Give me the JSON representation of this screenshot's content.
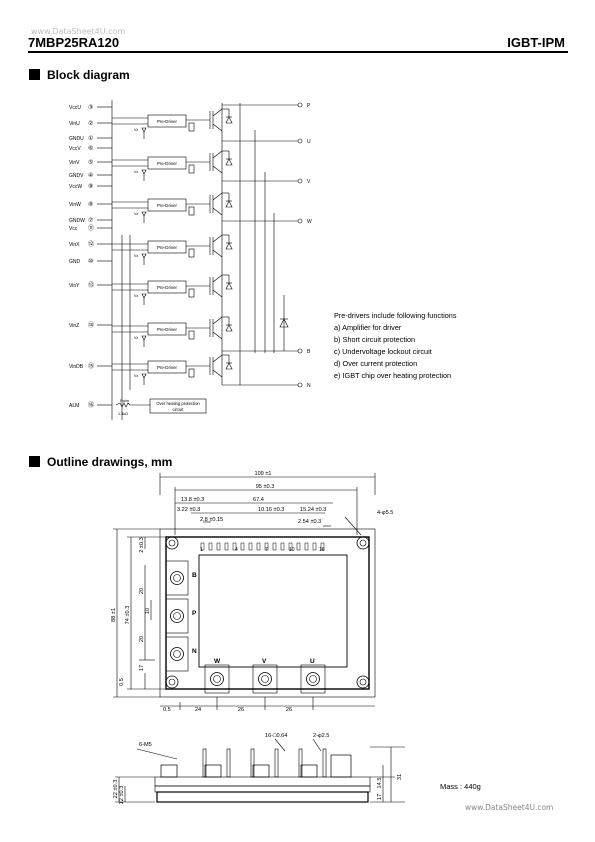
{
  "watermark_top": "www.DataSheet4U.com",
  "header": {
    "part_number": "7MBP25RA120",
    "type": "IGBT-IPM"
  },
  "block_diagram": {
    "title": "Block diagram",
    "pins": [
      {
        "name": "VccU",
        "num": "③"
      },
      {
        "name": "VinU",
        "num": "②"
      },
      {
        "name": "GNDU",
        "num": "①"
      },
      {
        "name": "VccV",
        "num": "⑥"
      },
      {
        "name": "VinV",
        "num": "⑤"
      },
      {
        "name": "GNDV",
        "num": "④"
      },
      {
        "name": "VccW",
        "num": "⑨"
      },
      {
        "name": "VinW",
        "num": "⑧"
      },
      {
        "name": "GNDW",
        "num": "⑦"
      },
      {
        "name": "Vcc",
        "num": "⑪"
      },
      {
        "name": "VinX",
        "num": "⑫"
      },
      {
        "name": "GND",
        "num": "⑩"
      },
      {
        "name": "VinY",
        "num": "⑬"
      },
      {
        "name": "VinZ",
        "num": "⑭"
      },
      {
        "name": "VinDB",
        "num": "⑮"
      },
      {
        "name": "ALM",
        "num": "⑯"
      }
    ],
    "outputs": [
      "P",
      "U",
      "V",
      "W",
      "B",
      "N"
    ],
    "pre_driver_label": "Pre-Driver",
    "vz_label": "Vz",
    "ralm_label": "Ralm",
    "ralm_value": "1.5kΩ",
    "ohp_label_1": "Over heating protection",
    "ohp_label_2": "circuit",
    "pre_driver_notes": {
      "title": "Pre-drivers include following functions",
      "items": [
        "a) Amplifier for driver",
        "b) Short circuit protection",
        "c) Undervoltage lockout circuit",
        "d) Over current protection",
        "e) IGBT chip over heating protection"
      ]
    }
  },
  "outline": {
    "title": "Outline drawings, mm",
    "dims": {
      "overall_width": "109 ±1",
      "mount_pitch": "95 ±0.3",
      "d_13_8": "13.8 ±0.3",
      "d_67_4": "67.4",
      "d_3_22": "3.22 ±0.3",
      "d_2_8": "2.8 ±0.15",
      "d_10_16": "10.16 ±0.3",
      "d_15_24": "15.24 ±0.3",
      "d_2_54": "2.54 ±0.3",
      "hole": "4-φ5.5",
      "height_88": "88 ±1",
      "height_74": "74 ±0.3",
      "d_2_5": "2 ±0.3",
      "d_20a": "20",
      "d_10": "10",
      "d_20b": "20",
      "d_17": "17",
      "d_0_5a": "0.5",
      "d_0_5b": "0.5",
      "d_24": "24",
      "d_26a": "26",
      "d_26b": "26",
      "pins_16": "16-□0.64",
      "pins_2": "2-φ2.5",
      "screw": "6-M5",
      "h_14_5": "14.5",
      "h_17": "17",
      "h_31": "31",
      "h_22": "22 ±0.3",
      "h_12": "12 ±0.3"
    },
    "pin_numbers": [
      "1",
      "4",
      "7",
      "10",
      "16"
    ],
    "terminals": [
      "B",
      "P",
      "N",
      "W",
      "V",
      "U"
    ]
  },
  "mass": "Mass : 440g",
  "watermark_bottom": "www.DataSheet4U.com"
}
